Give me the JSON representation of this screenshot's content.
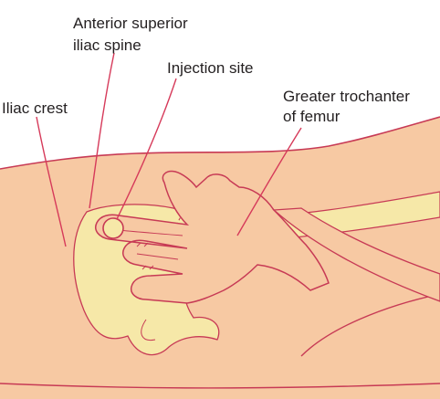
{
  "labels": {
    "asis_line1": "Anterior superior",
    "asis_line2": "iliac spine",
    "injection_site": "Injection site",
    "iliac_crest": "Iliac crest",
    "trochanter_line1": "Greater trochanter",
    "trochanter_line2": "of femur"
  },
  "colors": {
    "skin": "#f7c9a3",
    "skin_stroke": "#c73a55",
    "bone": "#f6e8a8",
    "bone_stroke": "#c73a55",
    "leader": "#d63a5a",
    "text": "#231f20"
  }
}
